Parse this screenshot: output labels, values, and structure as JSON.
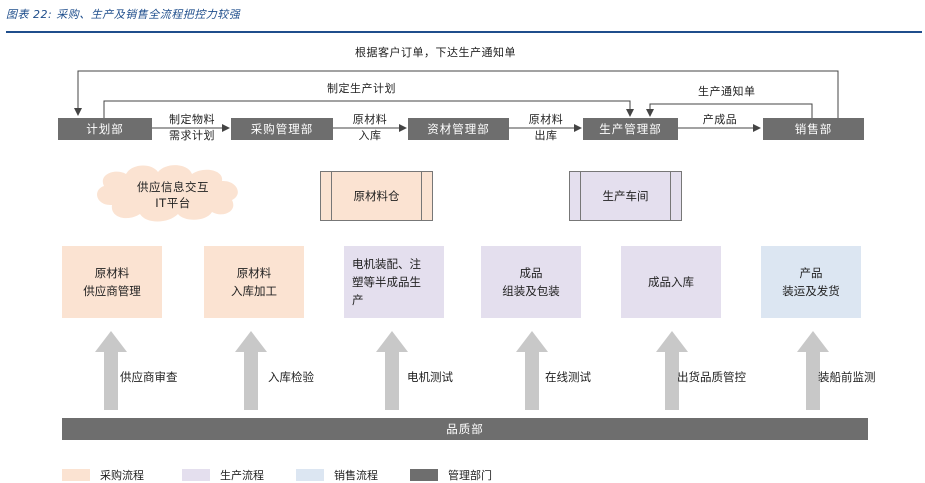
{
  "caption": "图表 22: 采购、生产及销售全流程把控力较强",
  "top_loop_label": "根据客户订单，下达生产通知单",
  "plan_label": "制定生产计划",
  "notice_label": "生产通知单",
  "departments": [
    "计划部",
    "采购管理部",
    "资材管理部",
    "生产管理部",
    "销售部"
  ],
  "flow_labels": [
    {
      "line1": "制定物料",
      "line2": "需求计划"
    },
    {
      "line1": "原材料",
      "line2": "入库"
    },
    {
      "line1": "原材料",
      "line2": "出库"
    },
    {
      "line1": "产成品",
      "line2": ""
    }
  ],
  "cloud_label": {
    "line1": "供应信息交互",
    "line2": "IT平台"
  },
  "warehouses": [
    "原材料仓",
    "生产车间"
  ],
  "stages": [
    {
      "line1": "原材料",
      "line2": "供应商管理",
      "flow": "采购流程"
    },
    {
      "line1": "原材料",
      "line2": "入库加工",
      "flow": "采购流程"
    },
    {
      "line1": "电机装配、注",
      "line2": "塑等半成品生",
      "line3": "产",
      "flow": "生产流程"
    },
    {
      "line1": "成品",
      "line2": "组装及包装",
      "flow": "生产流程"
    },
    {
      "line1": "成品入库",
      "line2": "",
      "flow": "生产流程"
    },
    {
      "line1": "产品",
      "line2": "装运及发货",
      "flow": "销售流程"
    }
  ],
  "checks": [
    "供应商审查",
    "入库检验",
    "电机测试",
    "在线测试",
    "出货品质管控",
    "装船前监测"
  ],
  "qa_department": "品质部",
  "legend": [
    {
      "label": "采购流程",
      "color": "#fbe3d2"
    },
    {
      "label": "生产流程",
      "color": "#e4dfee"
    },
    {
      "label": "销售流程",
      "color": "#dce6f2"
    },
    {
      "label": "管理部门",
      "color": "#6e6e6e"
    }
  ],
  "colors": {
    "purchase": "#fbe3d2",
    "production": "#e4dfee",
    "sales": "#dce6f2",
    "management": "#6e6e6e",
    "arrow": "#bfbfbf",
    "accent": "#1f4e8c"
  }
}
